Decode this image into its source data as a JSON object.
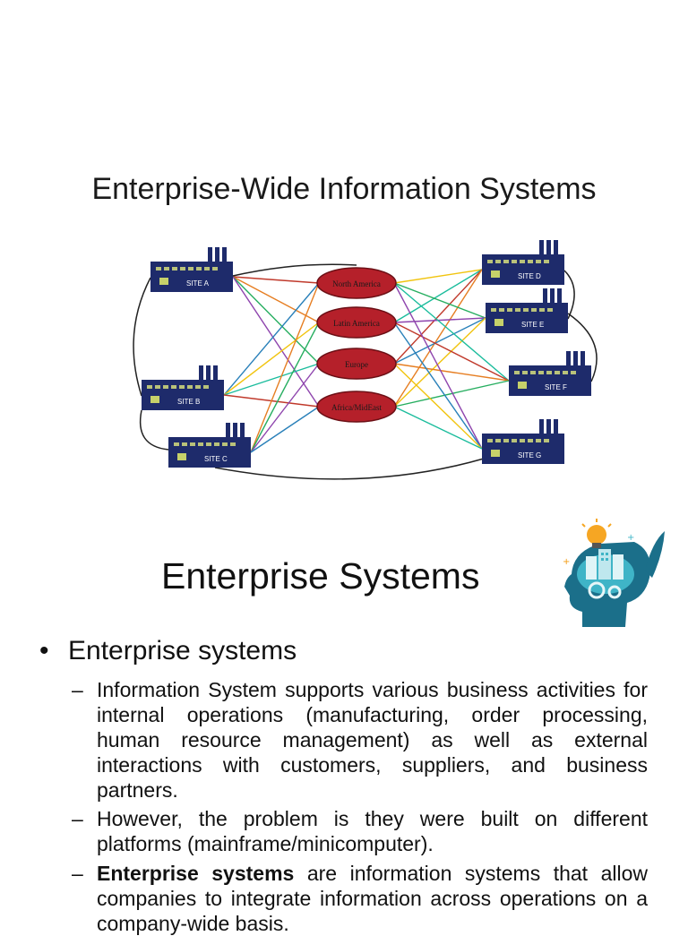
{
  "slide1": {
    "title": "Enterprise-Wide Information Systems",
    "diagram": {
      "sites_left": [
        "SITE A",
        "SITE B",
        "SITE C"
      ],
      "sites_right": [
        "SITE D",
        "SITE E",
        "SITE F",
        "SITE G"
      ],
      "regions": [
        "North America",
        "Latin America",
        "Europe",
        "Africa/MidEast"
      ],
      "colors": {
        "factory": "#1e2b6b",
        "region": "#b5202a",
        "lines": [
          "#c0392b",
          "#e67e22",
          "#27ae60",
          "#8e44ad",
          "#2980b9",
          "#f1c40f",
          "#1abc9c"
        ]
      }
    }
  },
  "slide2": {
    "title": "Enterprise Systems",
    "icon": "head-gears-lightbulb-icon",
    "bullet": "Enterprise systems",
    "subbullets": {
      "s1": "Information System supports various business activities for internal operations (manufacturing, order processing, human resource management) as well as external interactions with customers, suppliers, and business partners.",
      "s2": "However, the problem is they were built on different platforms (mainframe/minicomputer).",
      "s3_bold": "Enterprise systems",
      "s3_rest": " are information systems that allow companies to integrate information across operations on a company-wide basis."
    }
  }
}
